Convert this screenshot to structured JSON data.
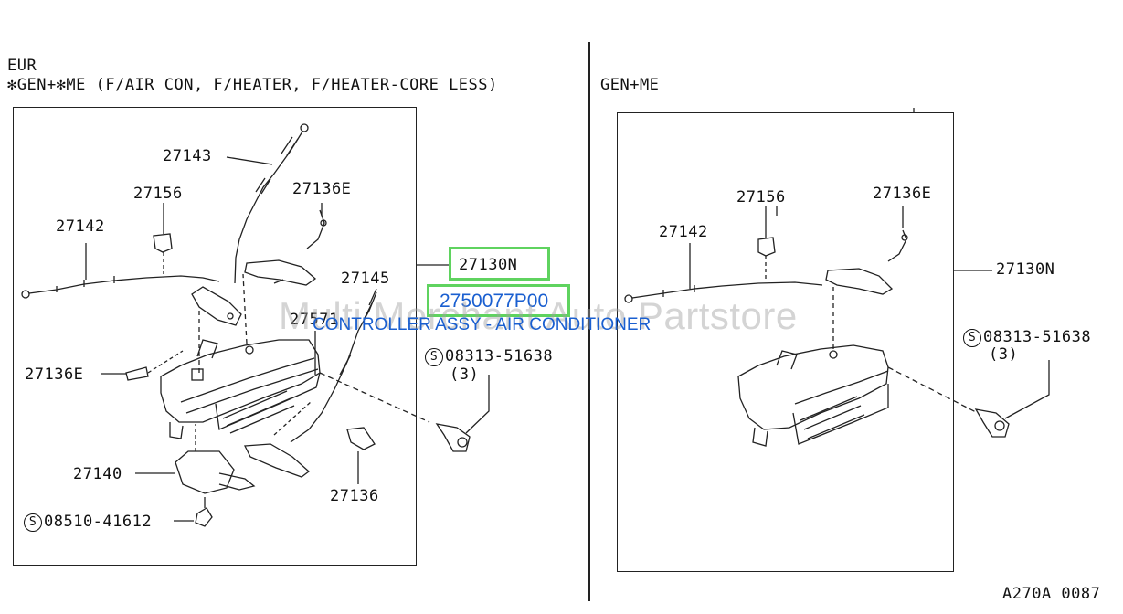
{
  "header": {
    "region": "EUR",
    "left_variant": "✻GEN+✻ME (F/AIR CON, F/HEATER, F/HEATER-CORE LESS)",
    "right_variant": "GEN+ME"
  },
  "left_callouts": {
    "p27143": "27143",
    "p27156": "27156",
    "p27136E_top": "27136E",
    "p27142": "27142",
    "p27145": "27145",
    "p27571": "27571",
    "p27136E_left": "27136E",
    "p27140": "27140",
    "p27136": "27136",
    "screw": "08510-41612",
    "bolt": "08313-51638",
    "bolt_qty": "(3)"
  },
  "highlight": {
    "part_number": "27130N",
    "code": "2750077P00",
    "description": "CONTROLLER ASSY - AIR CONDITIONER"
  },
  "right_callouts": {
    "p27156": "27156",
    "p27136E": "27136E",
    "p27142": "27142",
    "p27130N": "27130N",
    "bolt": "08313-51638",
    "bolt_qty": "(3)"
  },
  "watermark": "Multi Merchant Auto Partstore",
  "footer_code": "A270A 0087",
  "colors": {
    "highlight_border": "#5fd35f",
    "highlight_text": "#1a5fd0",
    "line": "#222222"
  }
}
